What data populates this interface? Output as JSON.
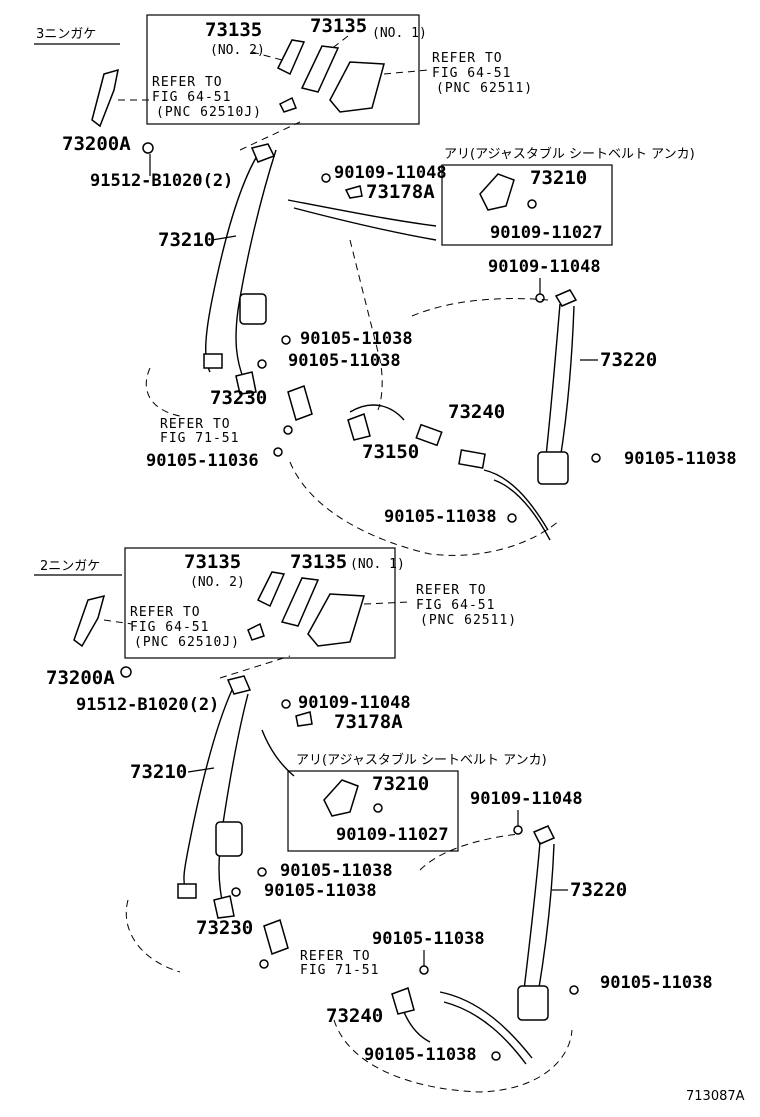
{
  "figure_id": "713087A",
  "upper": {
    "section_label": "3ニンガケ",
    "parts": {
      "p73135_no2": "73135",
      "p73135_no2_suffix": "(NO. 2)",
      "p73135_no1": "73135",
      "p73135_no1_suffix": "(NO. 1)",
      "ref_right_1": "REFER TO",
      "ref_right_2": "FIG 64-51",
      "ref_right_3": "(PNC 62511)",
      "ref_left_1": "REFER TO",
      "ref_left_2": "FIG 64-51",
      "ref_left_3": "(PNC 62510J)",
      "p73200A": "73200A",
      "p91512": "91512-B1020(2)",
      "p90109_11048_a": "90109-11048",
      "p73178A": "73178A",
      "adj_label": "アリ(アジャスタブル シートベルト アンカ)",
      "adj_73210": "73210",
      "adj_90109_11027": "90109-11027",
      "p73210": "73210",
      "p90109_11048_b": "90109-11048",
      "p90105_11038_a": "90105-11038",
      "p90105_11038_b": "90105-11038",
      "p73220": "73220",
      "p73230": "73230",
      "ref71_1": "REFER TO",
      "ref71_2": "FIG 71-51",
      "p73240": "73240",
      "p90105_11036": "90105-11036",
      "p73150": "73150",
      "p90105_11038_c": "90105-11038",
      "p90105_11038_d": "90105-11038"
    }
  },
  "lower": {
    "section_label": "2ニンガケ",
    "parts": {
      "p73135_no2": "73135",
      "p73135_no2_suffix": "(NO. 2)",
      "p73135_no1": "73135",
      "p73135_no1_suffix": "(NO. 1)",
      "ref_right_1": "REFER TO",
      "ref_right_2": "FIG 64-51",
      "ref_right_3": "(PNC 62511)",
      "ref_left_1": "REFER TO",
      "ref_left_2": "FIG 64-51",
      "ref_left_3": "(PNC 62510J)",
      "p73200A": "73200A",
      "p91512": "91512-B1020(2)",
      "p90109_11048_a": "90109-11048",
      "p73178A": "73178A",
      "adj_label": "アリ(アジャスタブル シートベルト アンカ)",
      "adj_73210": "73210",
      "adj_90109_11027": "90109-11027",
      "p73210": "73210",
      "p90109_11048_b": "90109-11048",
      "p90105_11038_a": "90105-11038",
      "p90105_11038_b": "90105-11038",
      "p73220": "73220",
      "p73230": "73230",
      "ref71_1": "REFER TO",
      "ref71_2": "FIG 71-51",
      "p90105_11038_c": "90105-11038",
      "p90105_11038_d": "90105-11038",
      "p73240": "73240",
      "p90105_11038_e": "90105-11038"
    }
  }
}
